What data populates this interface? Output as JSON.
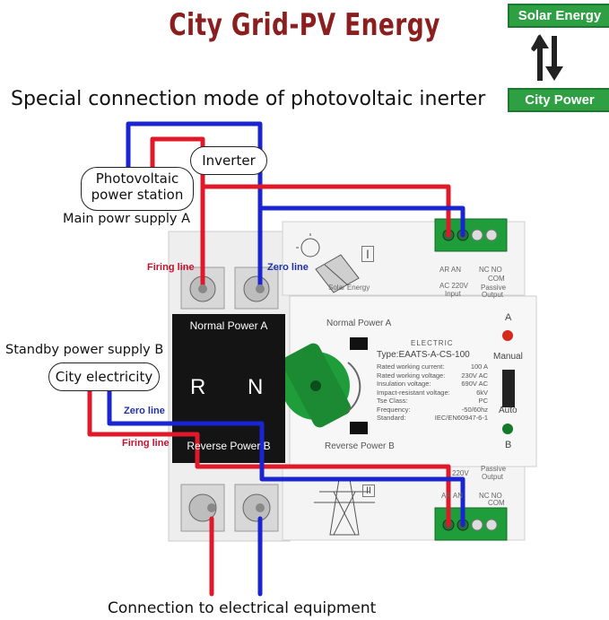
{
  "title": "City Grid-PV Energy",
  "badges": {
    "top": "Solar Energy",
    "bottom": "City Power"
  },
  "subtitle": "Special connection mode of photovoltaic inerter",
  "callouts": {
    "pv_station": "Photovoltaic power station",
    "inverter": "Inverter",
    "city": "City electricity"
  },
  "labels": {
    "main_supply": "Main powr supply A",
    "standby_supply": "Standby power supply B",
    "firing_top": "Firing line",
    "zero_top": "Zero line",
    "zero_bottom": "Zero line",
    "firing_bottom": "Firing line",
    "connection": "Connection to electrical equipment"
  },
  "device": {
    "normal_power_panel": "Normal Power A",
    "r": "R",
    "n": "N",
    "reverse_power_panel": "Reverse Power B",
    "normal_power_label": "Normal Power A",
    "reverse_power_label": "Reverse Power B",
    "brand": "ELECTRIC",
    "type": "Type:EAATS-A-CS-100",
    "specs": [
      {
        "k": "Rated working current:",
        "v": "100   A"
      },
      {
        "k": "Rated working voltage:",
        "v": "230V AC"
      },
      {
        "k": "Insulation voltage:",
        "v": "690V AC"
      },
      {
        "k": "Impact-resistant voltage:",
        "v": "6kV"
      },
      {
        "k": "Tse Class:",
        "v": "PC"
      },
      {
        "k": "Frequency:",
        "v": "-50/60hz"
      },
      {
        "k": "Standard:",
        "v": "IEC/EN60947-6-1"
      }
    ],
    "indicator_a": "A",
    "manual": "Manual",
    "auto": "Auto",
    "indicator_b": "B",
    "module_top_roman": "I",
    "module_bottom_roman": "II",
    "solar_energy_small": "Solar Energy",
    "top_terminal": {
      "ar_an": "AR AN",
      "ac": "AC 220V",
      "input": "Input",
      "nc_no": "NC  NO",
      "com": "COM",
      "passive": "Passive",
      "output": "Output"
    },
    "bottom_terminal": {
      "ac": "220V",
      "ar_an": "AR AN",
      "nc_no": "NC  NO",
      "com": "COM",
      "passive": "Passive",
      "output": "Output"
    }
  },
  "colors": {
    "live": "#e0192a",
    "neutral": "#1a24d0",
    "title": "#8b1e1e",
    "badge": "#2ea043",
    "knob": "#1f9d3a"
  }
}
